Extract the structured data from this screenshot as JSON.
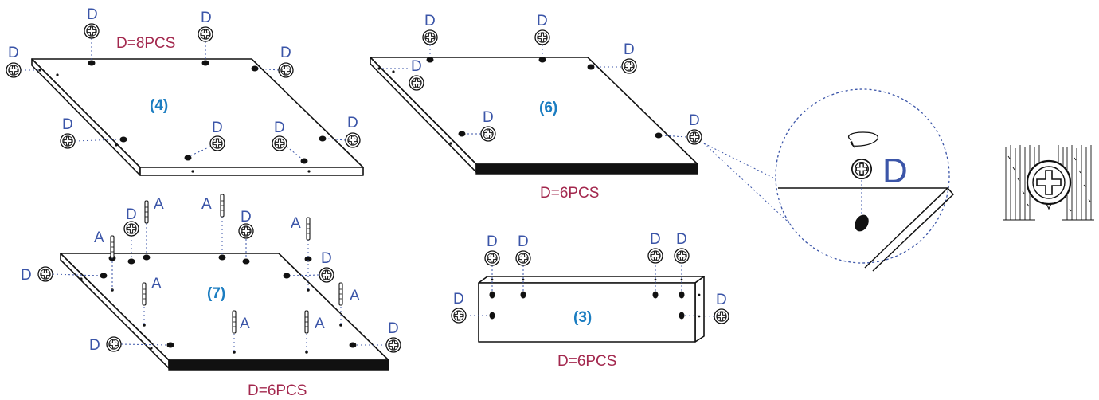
{
  "colors": {
    "outline": "#111111",
    "fastener_label": "#3b55a8",
    "quantity_label": "#a3284e",
    "part_label": "#1b7dc1"
  },
  "labels": {
    "screw_letter": "D",
    "pin_letter": "A"
  },
  "panels": {
    "panel_4": {
      "part": "(4)",
      "quantity": "D=8PCS"
    },
    "panel_6": {
      "part": "(6)",
      "quantity": "D=6PCS"
    },
    "panel_7": {
      "part": "(7)",
      "quantity": "D=6PCS"
    },
    "panel_3": {
      "part": "(3)",
      "quantity": "D=6PCS"
    }
  },
  "detail": {
    "label": "D",
    "icons": [
      "rotate-arrow-icon",
      "screw-head-icon",
      "screw-cross-section-icon"
    ]
  }
}
